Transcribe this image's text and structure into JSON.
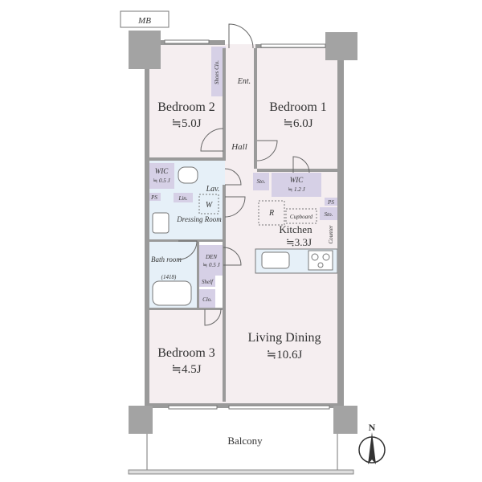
{
  "meter_box": "MB",
  "rooms": {
    "bedroom2": {
      "name": "Bedroom 2",
      "area": "≒5.0J"
    },
    "bedroom1": {
      "name": "Bedroom 1",
      "area": "≒6.0J"
    },
    "bedroom3": {
      "name": "Bedroom 3",
      "area": "≒4.5J"
    },
    "kitchen": {
      "name": "Kitchen",
      "area": "≒3.3J"
    },
    "living": {
      "name": "Living Dining",
      "area": "≒10.6J"
    },
    "hall": "Hall",
    "entrance": "Ent.",
    "shoes_closet": "Shoes Clo.",
    "wic_left": {
      "name": "WIC",
      "area": "≒ 0.5 J"
    },
    "wic_kitchen": {
      "name": "WIC",
      "area": "≒ 1.2 J"
    },
    "lav": "Lav.",
    "washer": "W",
    "ps_left": "PS",
    "linen": "Lin.",
    "dressing": "Dressing Room",
    "bath": {
      "name": "Bath room",
      "size": "(1418)"
    },
    "den": {
      "name": "DEN",
      "area": "≒ 0.5 J"
    },
    "shelf": "Shelf",
    "closet_small": "Clo.",
    "storage_hall": "Sto.",
    "storage_kitchen": "Sto.",
    "ps_kitchen": "PS",
    "refrigerator": "R",
    "cupboard": "Cupboard",
    "counter": "Counter",
    "balcony": "Balcony"
  },
  "compass": "N",
  "colors": {
    "room_fill": "#f5eef0",
    "wet_fill": "#e6f0f8",
    "storage_fill": "#d6d0e6",
    "wall": "#9a9a9a"
  }
}
